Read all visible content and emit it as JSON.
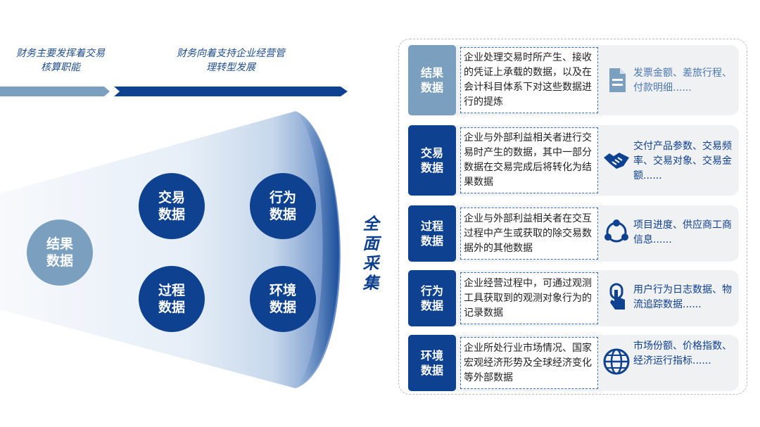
{
  "stages": {
    "left": "财务主要发挥着交易核算职能",
    "right": "财务向着支持企业经营管理转型发展"
  },
  "funnel": {
    "bubbles": [
      {
        "id": "result",
        "label": "结果数据"
      },
      {
        "id": "transaction",
        "label": "交易数据"
      },
      {
        "id": "behavior",
        "label": "行为数据"
      },
      {
        "id": "process",
        "label": "过程数据"
      },
      {
        "id": "environment",
        "label": "环境数据"
      }
    ],
    "collect_label": "全面采集"
  },
  "rows": [
    {
      "label": "结果数据",
      "description": "企业处理交易时所产生、接收的凭证上承载的数据，以及在会计科目体系下对这些数据进行的提炼",
      "icon": "document-icon",
      "examples": "发票金额、差旅行程、付款明细......"
    },
    {
      "label": "交易数据",
      "description": "企业与外部利益相关者进行交易时产生的数据，其中一部分数据在交易完成后将转化为结果数据",
      "icon": "handshake-icon",
      "examples": "交付产品参数、交易频率、交易对象、交易金额......"
    },
    {
      "label": "过程数据",
      "description": "企业与外部利益相关者在交互过程中产生或获取的除交易数据外的其他数据",
      "icon": "network-icon",
      "examples": "项目进度、供应商工商信息......"
    },
    {
      "label": "行为数据",
      "description": "企业经营过程中，可通过观测工具获取到的观测对象行为的记录数据",
      "icon": "touch-icon",
      "examples": "用户行为日志数据、物流追踪数据......"
    },
    {
      "label": "环境数据",
      "description": "企业所处行业市场情况、国家宏观经济形势及全球经济变化等外部数据",
      "icon": "globe-icon",
      "examples": "市场份额、价格指数、经济运行指标......"
    }
  ],
  "colors": {
    "primary": "#0e418f",
    "light": "#7a9fbf",
    "text_blue": "#0d3f8f"
  }
}
